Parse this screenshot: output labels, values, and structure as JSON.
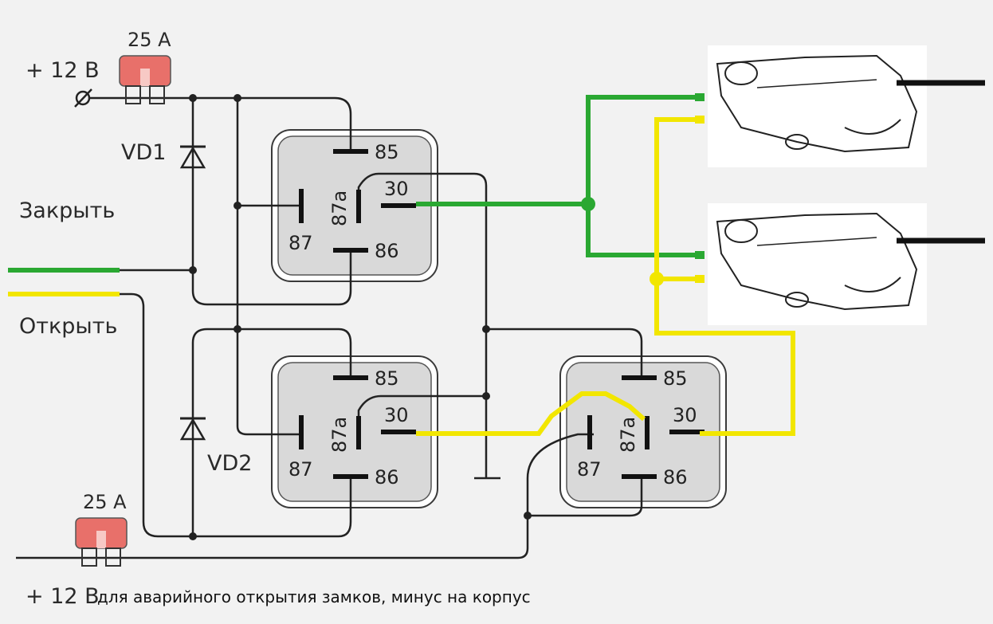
{
  "supply": {
    "label": "+ 12 В"
  },
  "fuses": [
    {
      "rating": "25 A"
    },
    {
      "rating": "25 A"
    }
  ],
  "diodes": [
    {
      "label": "VD1"
    },
    {
      "label": "VD2"
    }
  ],
  "inputs": {
    "close_label": "Закрыть",
    "open_label": "Открыть"
  },
  "relay_pins": {
    "p85": "85",
    "p86": "86",
    "p87": "87",
    "p87a": "87a",
    "p30": "30"
  },
  "footer": {
    "supply_label": "+ 12 В",
    "caption": "для аварийного открытия замков, минус на корпус"
  },
  "colors": {
    "close_wire": "#2aa832",
    "open_wire": "#f2e600",
    "relay_body": "#d9d9d9",
    "fuse": "#e8706a",
    "wire": "#222222"
  }
}
